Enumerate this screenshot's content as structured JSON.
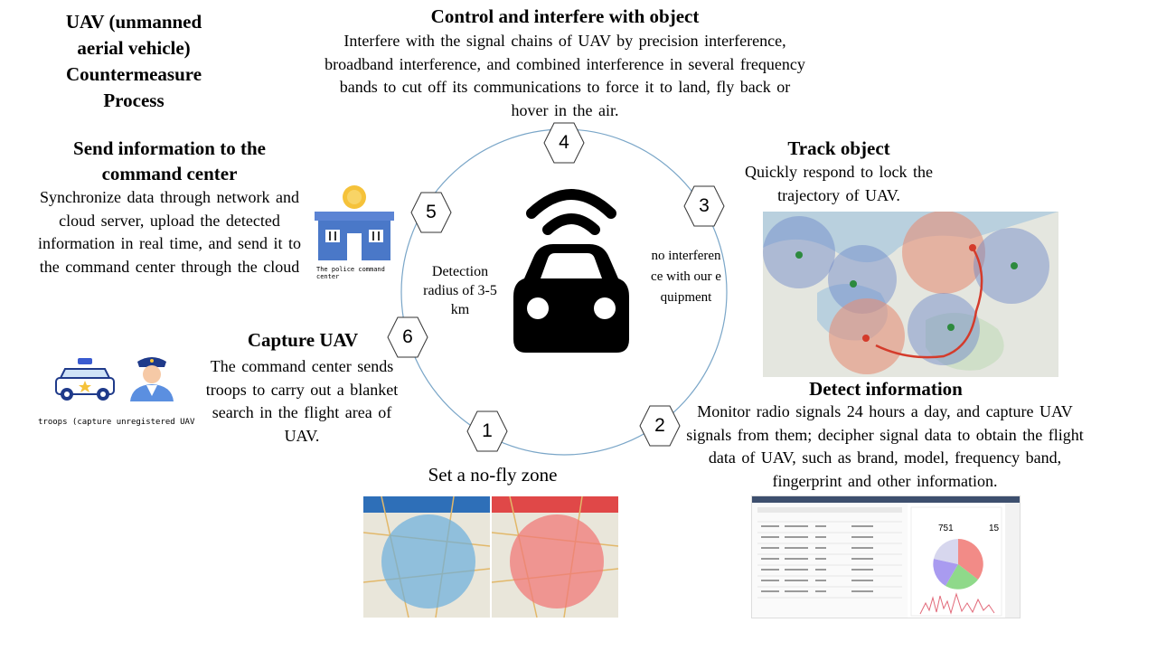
{
  "title": "UAV (unmanned aerial vehicle) Countermeasure Process",
  "center": {
    "left_label": "Detection radius of 3-5 km",
    "right_label": "no interference with our equipment"
  },
  "steps": [
    {
      "number": "1",
      "heading": "Set a no-fly zone",
      "text": ""
    },
    {
      "number": "2",
      "heading": "Detect information",
      "text": "Monitor radio signals 24 hours a day, and capture UAV signals from them; decipher signal data to obtain the flight data of UAV, such as brand, model, frequency band, fingerprint and other information."
    },
    {
      "number": "3",
      "heading": "Track object",
      "text": "Quickly respond to lock the trajectory of UAV."
    },
    {
      "number": "4",
      "heading": "Control and interfere with object",
      "text": "Interfere with the signal chains of UAV by precision interference, broadband interference, and combined interference in several frequency bands to cut off its communications to force it to land, fly back or hover in the air."
    },
    {
      "number": "5",
      "heading": "Send information to the command center",
      "text": "Synchronize data through network and cloud server, upload the detected information in real time, and send it to the command center through the cloud"
    },
    {
      "number": "6",
      "heading": "Capture UAV",
      "text": "The command center sends troops to carry out a blanket search in the flight area of UAV."
    }
  ],
  "captions": {
    "police": "The police command center",
    "troops": "troops (capture unregistered UAV"
  },
  "dashboard": {
    "stat_a": "751",
    "stat_b": "15"
  },
  "colors": {
    "circle": "#7aa6c8",
    "blue_zone": "#6aaedd",
    "red_zone": "#f07a78",
    "building": "#4a78c8",
    "coin": "#f5c23a"
  }
}
